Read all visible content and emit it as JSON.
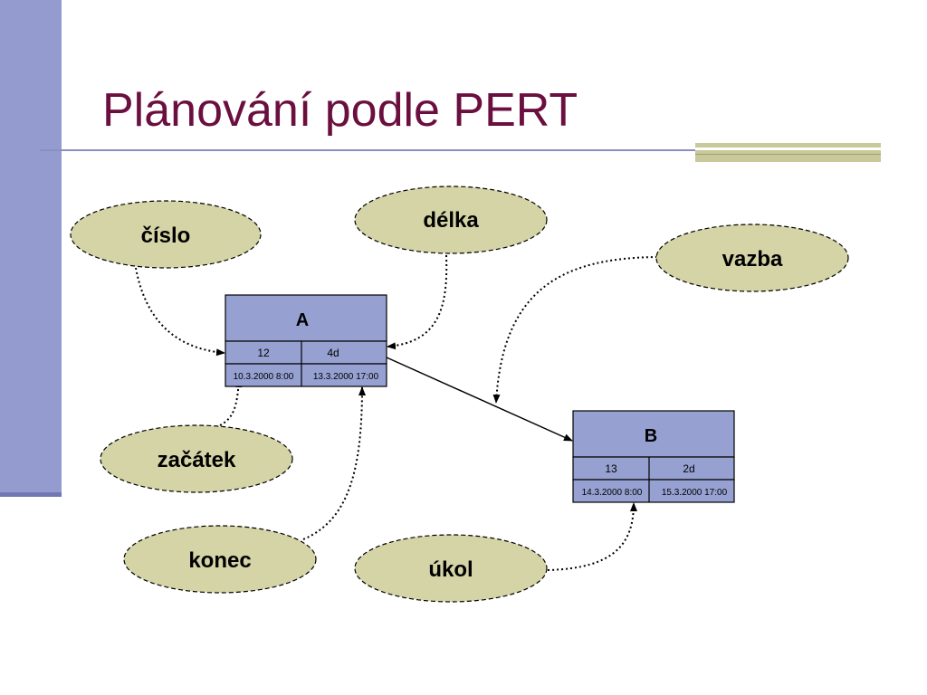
{
  "slide": {
    "title": "Plánování podle PERT"
  },
  "colors": {
    "title": "#6b0f3f",
    "sidebar": "#949ccf",
    "node_fill": "#96a1d2",
    "bubble_fill": "#d5d4a6"
  },
  "nodes": {
    "a": {
      "name": "A",
      "number": "12",
      "duration": "4d",
      "start": "10.3.2000 8:00",
      "end": "13.3.2000 17:00"
    },
    "b": {
      "name": "B",
      "number": "13",
      "duration": "2d",
      "start": "14.3.2000 8:00",
      "end": "15.3.2000 17:00"
    }
  },
  "labels": {
    "cislo": "číslo",
    "delka": "délka",
    "vazba": "vazba",
    "zacatek": "začátek",
    "konec": "konec",
    "ukol": "úkol"
  }
}
